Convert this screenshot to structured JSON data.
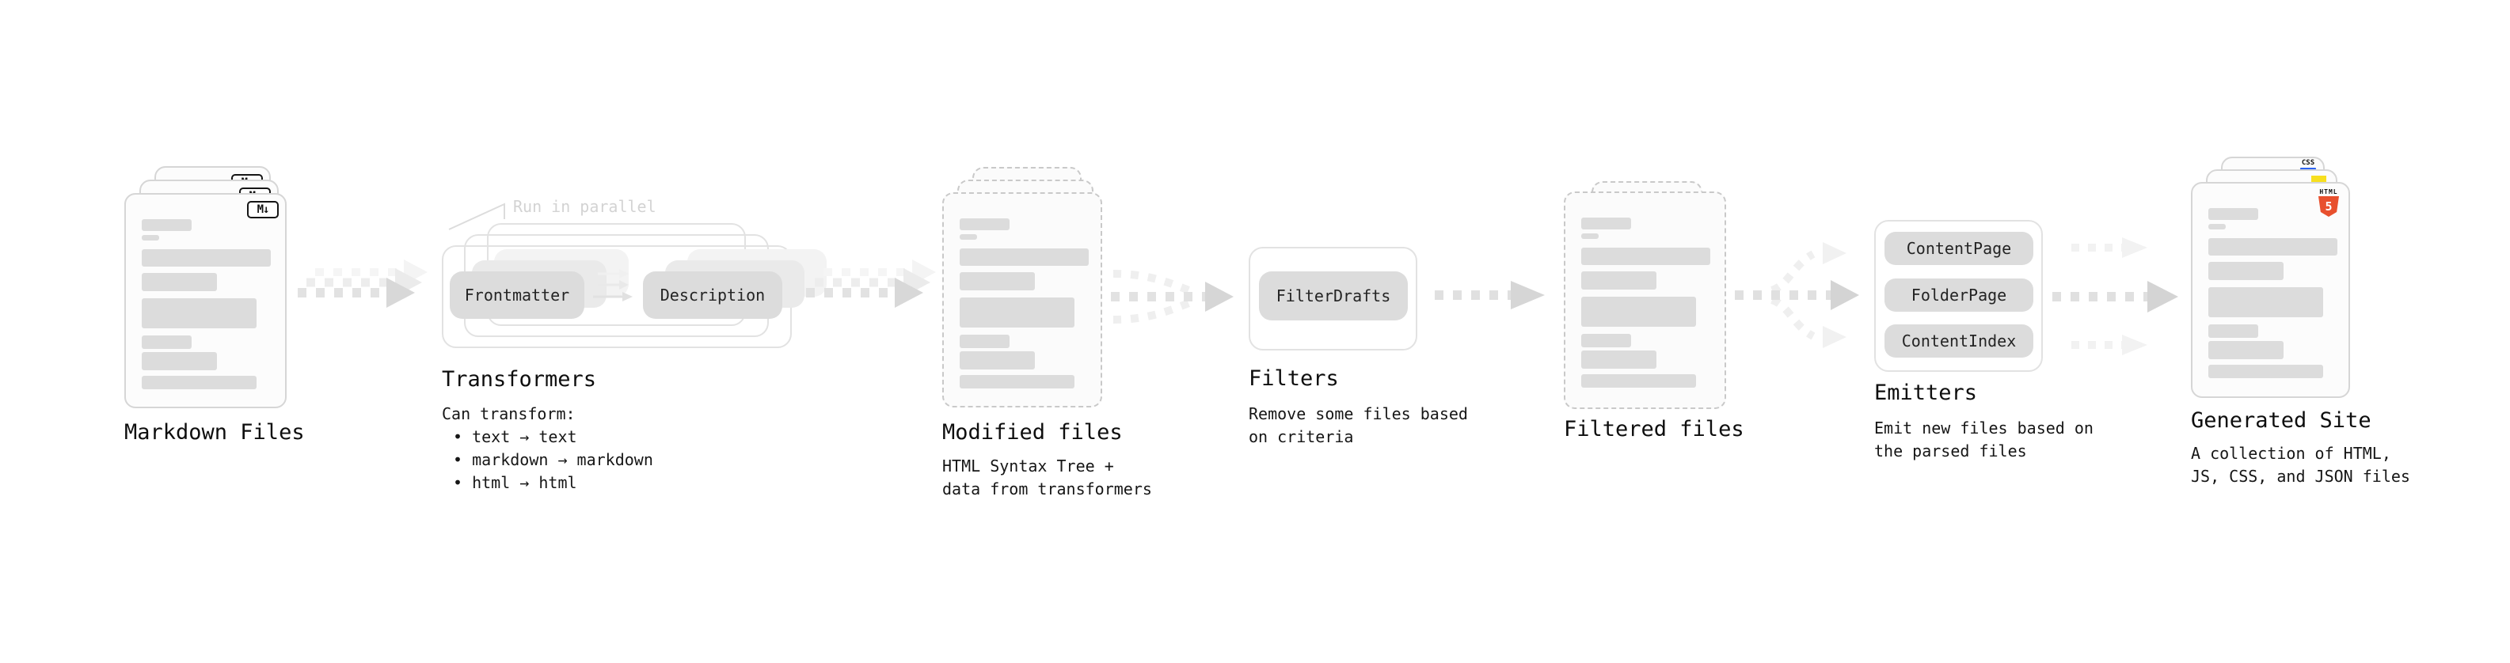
{
  "stages": {
    "markdown": {
      "label": "Markdown Files",
      "badge": "M↓"
    },
    "transformers": {
      "label": "Transformers",
      "annotation": "Run in parallel",
      "chips": [
        "Frontmatter",
        "Description"
      ],
      "caption_title": "Can transform:",
      "bullets": [
        "• text → text",
        "• markdown → markdown",
        "• html → html"
      ]
    },
    "modified": {
      "label": "Modified files",
      "caption": [
        "HTML Syntax Tree +",
        "data from transformers"
      ]
    },
    "filters": {
      "label": "Filters",
      "chips": [
        "FilterDrafts"
      ],
      "caption": [
        "Remove some files based",
        "on criteria"
      ]
    },
    "filtered": {
      "label": "Filtered files"
    },
    "emitters": {
      "label": "Emitters",
      "chips": [
        "ContentPage",
        "FolderPage",
        "ContentIndex"
      ],
      "caption": [
        "Emit new files based on",
        "the parsed files"
      ]
    },
    "generated": {
      "label": "Generated Site",
      "caption": [
        "A collection of HTML,",
        "JS, CSS, and JSON files"
      ],
      "file_badges": {
        "html_word": "HTML",
        "html_number": "5",
        "css": "CSS"
      }
    }
  },
  "colors": {
    "html5_orange": "#e8502e",
    "js_yellow": "#f7df1e",
    "css_blue": "#2c63f2",
    "chip_gray": "#dcdcdc",
    "skeleton_gray": "#dcdcdc"
  }
}
